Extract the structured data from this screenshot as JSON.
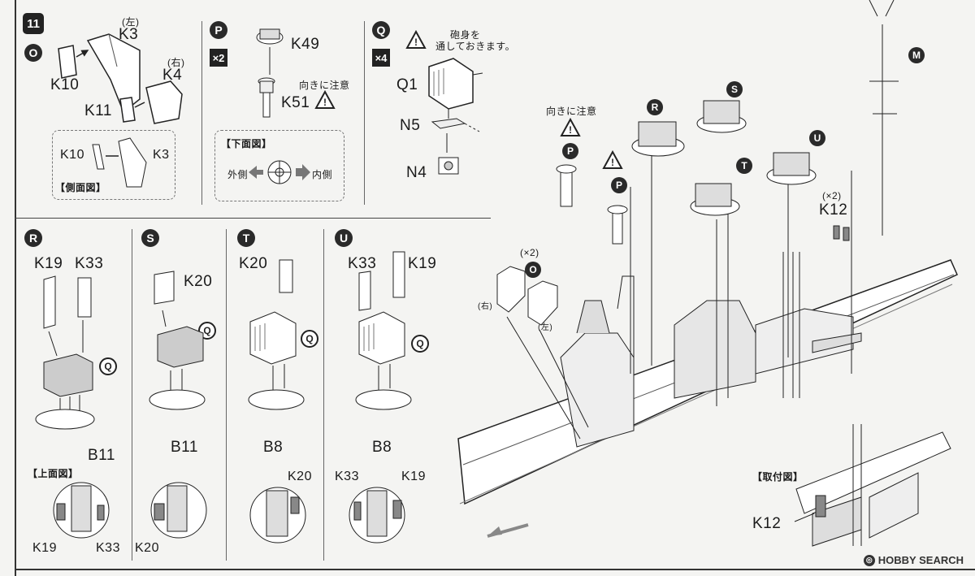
{
  "step": "11",
  "panelO": {
    "marker": "O",
    "parts": [
      "K3",
      "K4",
      "K10",
      "K11"
    ],
    "k3_note": "(左)",
    "k4_note": "(右)",
    "side_view_title": "【側面図】",
    "side_k10": "K10",
    "side_k3": "K3"
  },
  "panelP": {
    "marker": "P",
    "count": "×2",
    "k49": "K49",
    "k51": "K51",
    "caution": "向きに注意",
    "bottom_view_title": "【下面図】",
    "outer": "外側",
    "inner": "内側"
  },
  "panelQ": {
    "marker": "Q",
    "count": "×4",
    "note_line1": "砲身を",
    "note_line2": "通しておきます。",
    "q1": "Q1",
    "n5": "N5",
    "n4": "N4"
  },
  "panelR": {
    "marker": "R",
    "k19": "K19",
    "k33": "K33",
    "q": "Q",
    "b11": "B11",
    "top_view_title": "【上面図】",
    "view_k19": "K19",
    "view_k33": "K33"
  },
  "panelS": {
    "marker": "S",
    "k20": "K20",
    "q": "Q",
    "b11": "B11",
    "view_k20": "K20"
  },
  "panelT": {
    "marker": "T",
    "k20": "K20",
    "q": "Q",
    "b8": "B8",
    "view_k20": "K20"
  },
  "panelU": {
    "marker": "U",
    "k33": "K33",
    "k19": "K19",
    "q": "Q",
    "b8": "B8",
    "view_k33": "K33",
    "view_k19": "K19"
  },
  "ship": {
    "caution": "向きに注意",
    "p1": "P",
    "p2": "P",
    "r": "R",
    "s": "S",
    "t": "T",
    "u": "U",
    "m": "M",
    "o": "O",
    "o_count": "(×2)",
    "o_right": "(右)",
    "o_left": "(左)",
    "k12_count": "(×2)",
    "k12": "K12",
    "attach_view_title": "【取付図】",
    "attach_k12": "K12"
  },
  "watermark": "HOBBY SEARCH"
}
